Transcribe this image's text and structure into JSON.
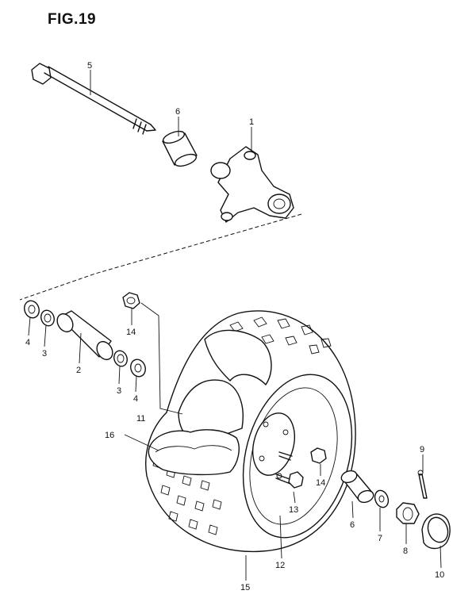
{
  "figure": {
    "title": "FIG.19"
  },
  "callouts": [
    {
      "id": "1",
      "text": "1"
    },
    {
      "id": "2",
      "text": "2"
    },
    {
      "id": "3a",
      "text": "3"
    },
    {
      "id": "3b",
      "text": "3"
    },
    {
      "id": "4a",
      "text": "4"
    },
    {
      "id": "4b",
      "text": "4"
    },
    {
      "id": "5",
      "text": "5"
    },
    {
      "id": "6a",
      "text": "6"
    },
    {
      "id": "6b",
      "text": "6"
    },
    {
      "id": "7",
      "text": "7"
    },
    {
      "id": "8",
      "text": "8"
    },
    {
      "id": "9",
      "text": "9"
    },
    {
      "id": "10",
      "text": "10"
    },
    {
      "id": "11",
      "text": "11"
    },
    {
      "id": "12",
      "text": "12"
    },
    {
      "id": "13",
      "text": "13"
    },
    {
      "id": "14a",
      "text": "14"
    },
    {
      "id": "14b",
      "text": "14"
    },
    {
      "id": "15",
      "text": "15"
    },
    {
      "id": "16",
      "text": "16"
    }
  ]
}
